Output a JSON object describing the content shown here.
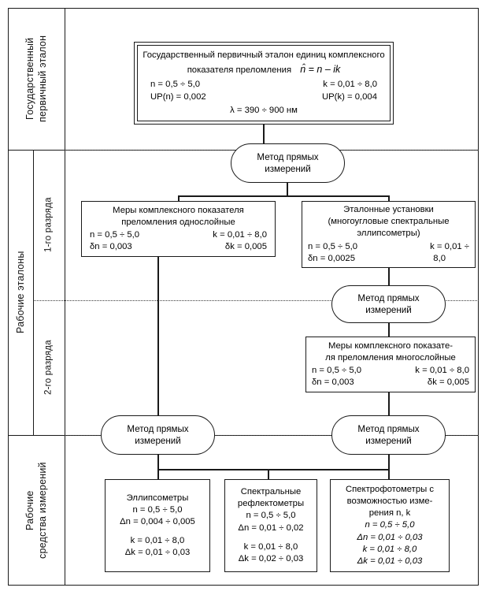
{
  "sidebar": {
    "tier1_label": "Государственный\nпервичный эталон",
    "tier2_label": "Рабочие эталоны",
    "tier2_rank1": "1-го разряда",
    "tier2_rank2": "2-го разряда",
    "tier3_label": "Рабочие\nсредства измерений"
  },
  "primary_standard": {
    "title_line1": "Государственный первичный эталон единиц комплексного",
    "title_line2": "показателя преломления",
    "formula": "n̂ = n – ik",
    "n_range": "n = 0,5 ÷ 5,0",
    "k_range": "k = 0,01 ÷ 8,0",
    "up_n": "UP(n) = 0,002",
    "up_k": "UP(k) = 0,004",
    "lambda": "λ = 390 ÷ 900 нм"
  },
  "methods": {
    "m1_line1": "Метод прямых",
    "m1_line2": "измерений",
    "m2_line1": "Метод прямых",
    "m2_line2": "измерений",
    "m3_line1": "Метод прямых",
    "m3_line2": "измерений",
    "m4_line1": "Метод прямых",
    "m4_line2": "измерений"
  },
  "rank1_left": {
    "title_line1": "Меры комплексного показателя",
    "title_line2": "преломления однослойные",
    "n_range": "n = 0,5 ÷ 5,0",
    "k_range": "k = 0,01 ÷ 8,0",
    "dn": "δn = 0,003",
    "dk": "δk = 0,005"
  },
  "rank1_right": {
    "title_line1": "Эталонные установки",
    "title_line2": "(многоугловые спектральные",
    "title_line3": "эллипсометры)",
    "n_range": "n = 0,5 ÷ 5,0",
    "k_range": "k = 0,01 ÷",
    "dn": "δn = 0,0025",
    "k_range_cont": "8,0"
  },
  "rank2_right": {
    "title_line1": "Меры комплексного показате-",
    "title_line2": "ля преломления многослойные",
    "n_range": "n = 0,5 ÷ 5,0",
    "k_range": "k = 0,01 ÷ 8,0",
    "dn": "δn = 0,003",
    "dk": "δk = 0,005"
  },
  "instruments": {
    "ellipsometers": {
      "title": "Эллипсометры",
      "n_range": "n = 0,5 ÷ 5,0",
      "delta_n": "Δn = 0,004 ÷ 0,005",
      "k_range": "k = 0,01 ÷ 8,0",
      "delta_k": "Δk = 0,01 ÷ 0,03"
    },
    "reflectometers": {
      "title_line1": "Спектральные",
      "title_line2": "рефлектометры",
      "n_range": "n = 0,5 ÷ 5,0",
      "delta_n": "Δn = 0,01 ÷ 0,02",
      "k_range": "k = 0,01 ÷ 8,0",
      "delta_k": "Δk = 0,02 ÷ 0,03"
    },
    "spectrophotometers": {
      "title_line1": "Спектрофотометры с",
      "title_line2": "возможностью изме-",
      "title_line3": "рения n, k",
      "n_range": "n = 0,5 ÷ 5,0",
      "delta_n": "Δn = 0,01 ÷ 0,03",
      "k_range": "k = 0,01 ÷ 8,0",
      "delta_k": "Δk = 0,01 ÷ 0,03"
    }
  },
  "colors": {
    "line": "#1a1a1a",
    "background": "#ffffff"
  }
}
